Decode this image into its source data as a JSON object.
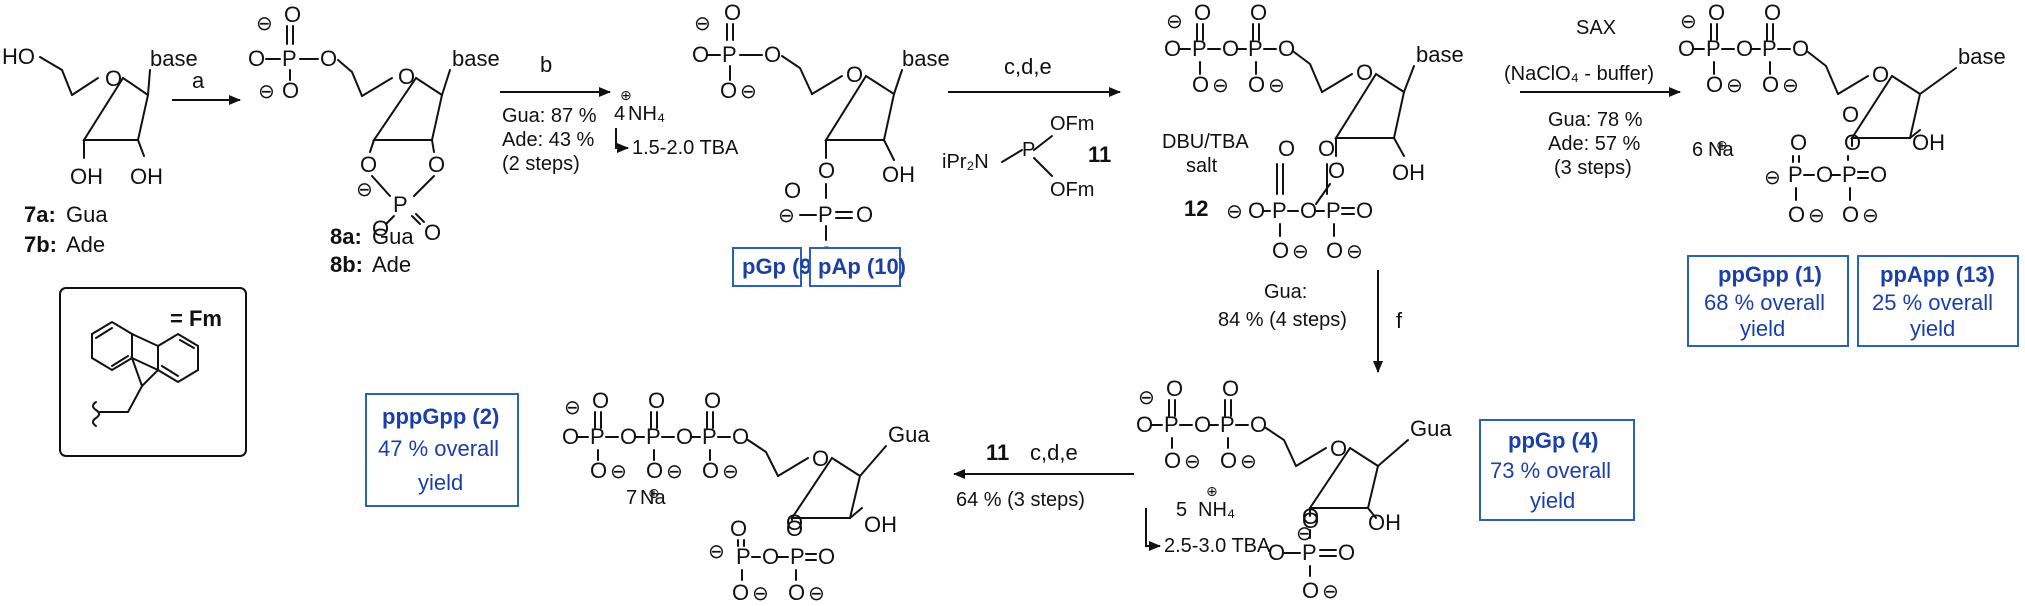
{
  "sugar_labels": {
    "ho": "HO",
    "oh": "OH",
    "o": "O",
    "base": "base",
    "gua": "Gua"
  },
  "compounds": {
    "c7a": {
      "num": "7a:",
      "name": "Gua"
    },
    "c7b": {
      "num": "7b:",
      "name": "Ade"
    },
    "c8a": {
      "num": "8a:",
      "name": "Gua"
    },
    "c8b": {
      "num": "8b:",
      "name": "Ade"
    },
    "c11": "11",
    "c12": "12",
    "dbu": "DBU/TBA",
    "salt": "salt"
  },
  "fm_legend": {
    "label": "= Fm"
  },
  "reagent_11": {
    "left": "iPr₂N",
    "p": "P",
    "ofm": "OFm"
  },
  "phosphate": {
    "p": "P",
    "o": "O",
    "minus": "⊖"
  },
  "counterions": {
    "nh4_count": "4",
    "nh4": "NH₄",
    "tba_first": "1.5-2.0 TBA",
    "na6": "6",
    "na": "Na",
    "na7": "7",
    "nh4_count2": "5",
    "tba_second": "2.5-3.0 TBA",
    "plus": "⊕"
  },
  "arrows": {
    "a": {
      "label": "a"
    },
    "b": {
      "label": "b",
      "line1": "Gua: 87 %",
      "line2": "Ade: 43 %",
      "line3": "(2 steps)"
    },
    "cde": {
      "label": "c,d,e"
    },
    "sax": {
      "label": "SAX",
      "buffer": "(NaClO₄ - buffer)",
      "line1": "Gua: 78 %",
      "line2": "Ade: 57 %",
      "line3": "(3 steps)"
    },
    "f": {
      "label": "f",
      "line1": "Gua:",
      "line2": "84 % (4 steps)"
    },
    "cde2": {
      "num": "11",
      "label": "c,d,e",
      "line1": "64 % (3 steps)"
    }
  },
  "boxes": {
    "pgp": "pGp (9)",
    "pap": "pAp (10)",
    "ppgpp": {
      "name": "ppGpp (1)",
      "yield_pct": "68 % overall",
      "yield_word": "yield"
    },
    "ppapp": {
      "name": "ppApp (13)",
      "yield_pct": "25 % overall",
      "yield_word": "yield"
    },
    "pppgpp": {
      "name": "pppGpp (2)",
      "yield_pct": "47 % overall",
      "yield_word": "yield"
    },
    "ppgp": {
      "name": "ppGp (4)",
      "yield_pct": "73 % overall",
      "yield_word": "yield"
    }
  },
  "colors": {
    "box_border": "#2a63b0",
    "box_text": "#1a3fa8",
    "ink": "#111111"
  }
}
